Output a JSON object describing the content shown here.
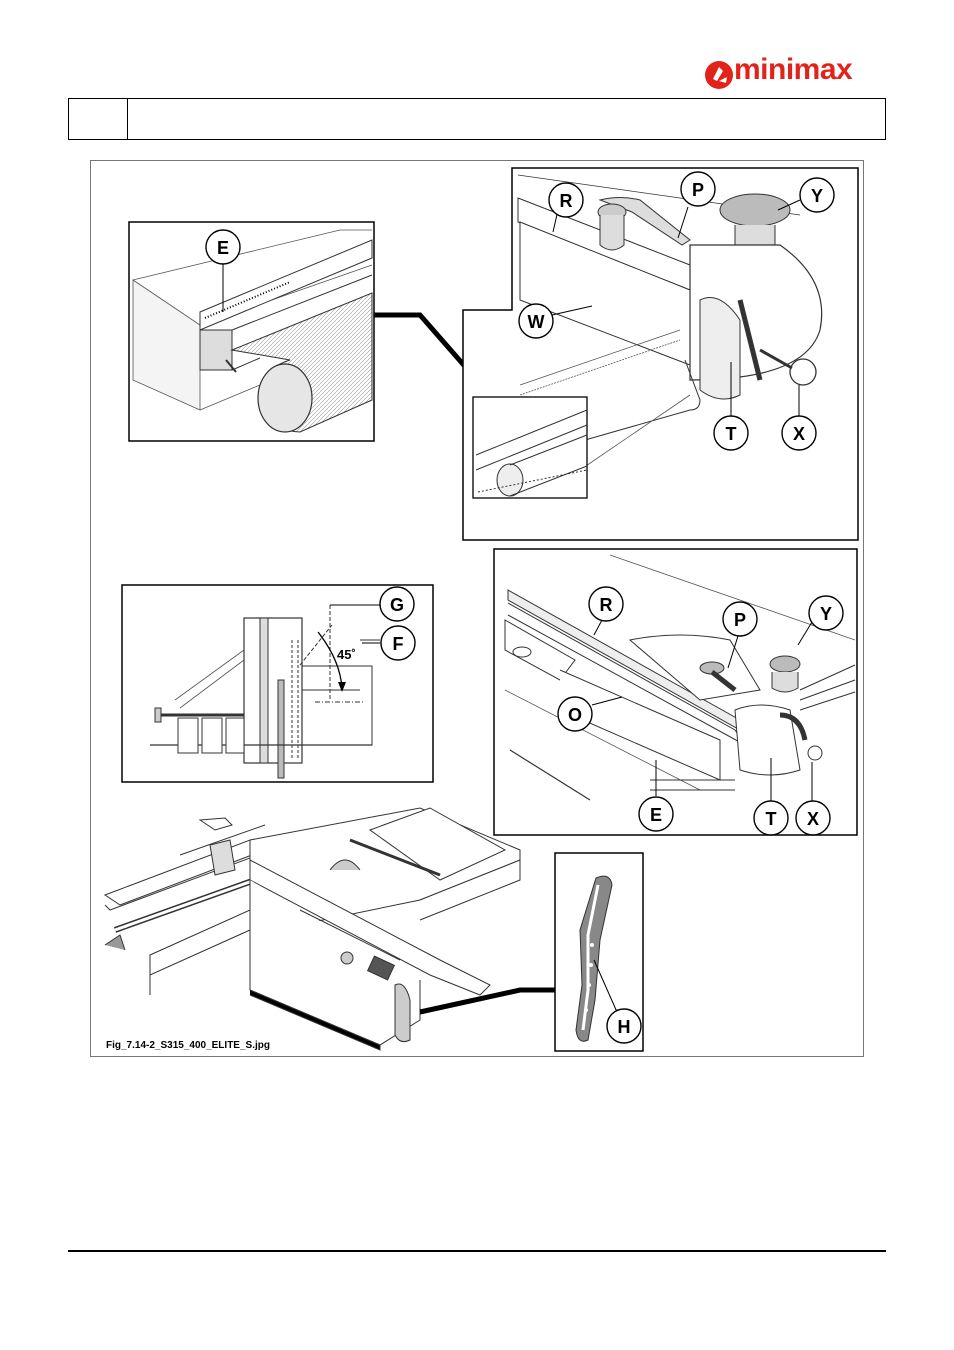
{
  "brand": {
    "name": "minimax",
    "color": "#e2231a"
  },
  "figure": {
    "caption": "Fig_7.14-2_S315_400_ELITE_S.jpg",
    "angle_label": "45˚",
    "callouts": {
      "e_top": "E",
      "r_top": "R",
      "p_top": "P",
      "y_top": "Y",
      "w": "W",
      "t_top": "T",
      "x_top": "X",
      "g": "G",
      "f": "F",
      "r_mid": "R",
      "p_mid": "P",
      "y_mid": "Y",
      "o": "O",
      "e_mid": "E",
      "t_mid": "T",
      "x_mid": "X",
      "h": "H"
    }
  }
}
